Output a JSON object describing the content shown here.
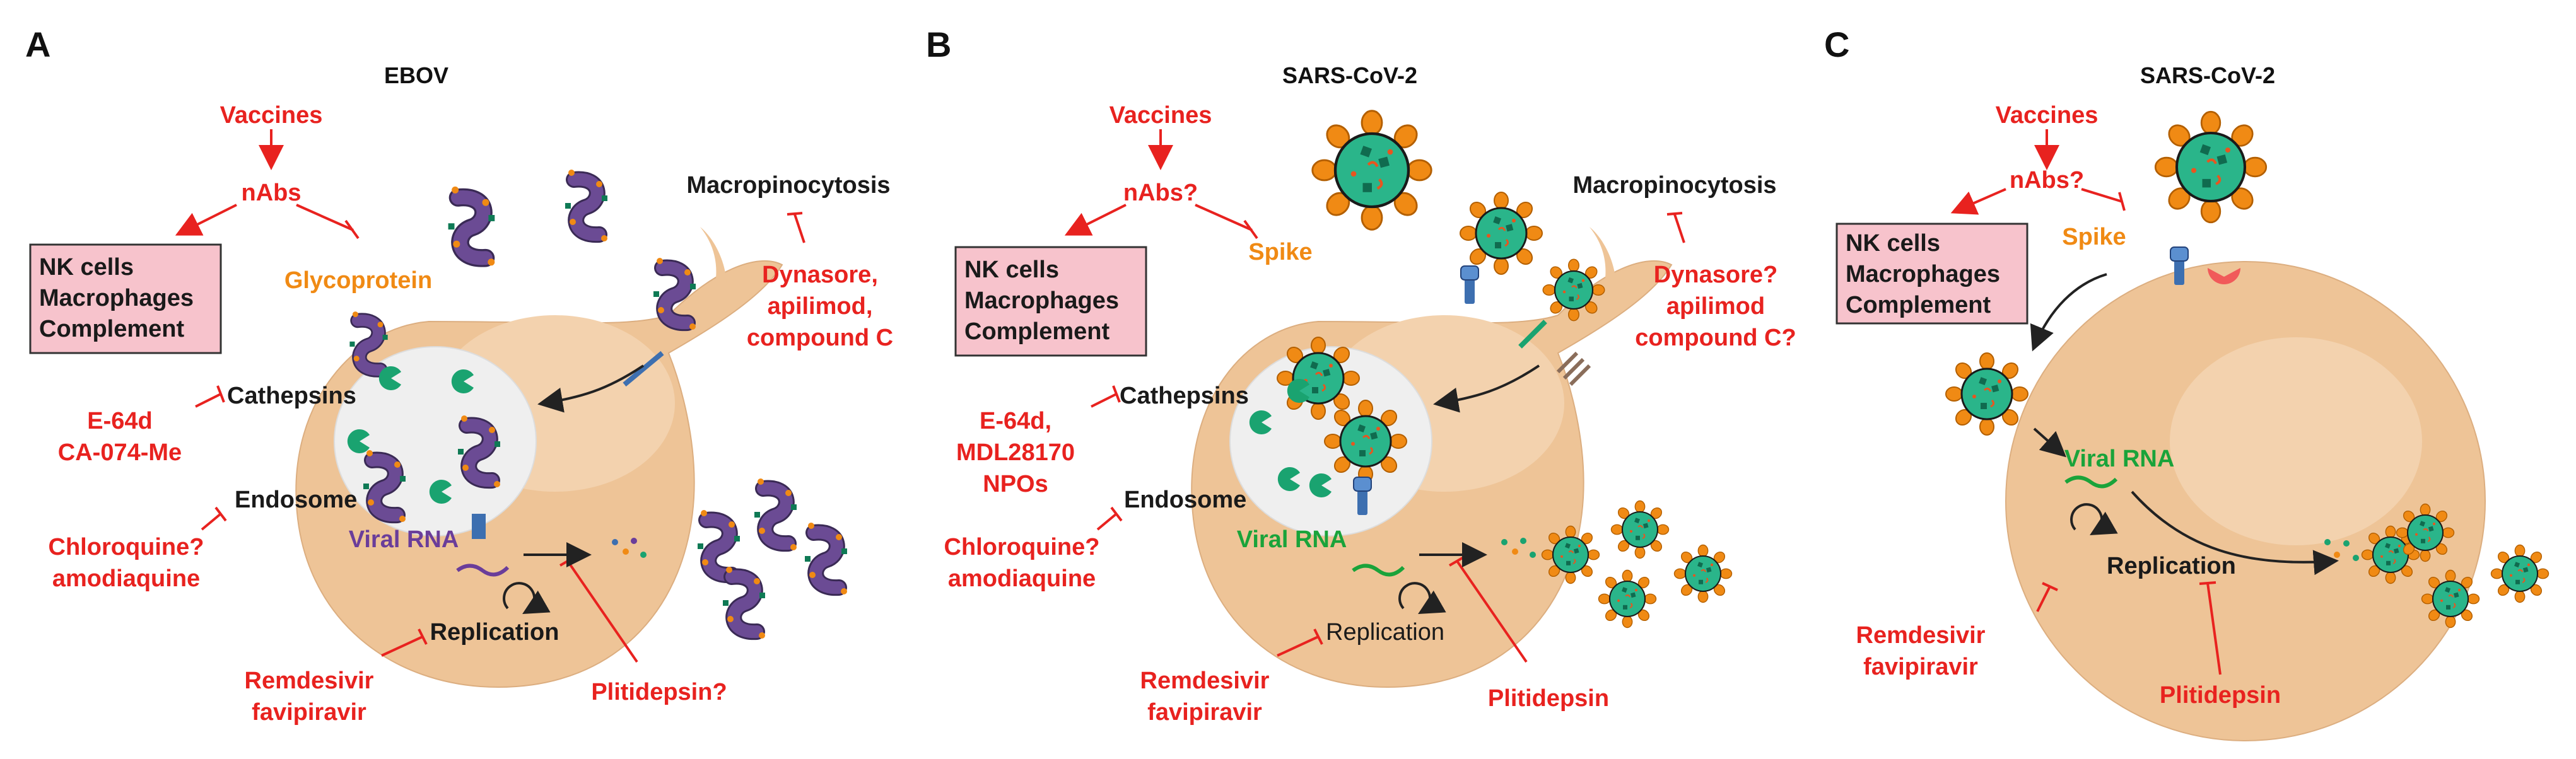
{
  "panels": [
    {
      "label": "A",
      "title": "EBOV",
      "vaccines": "Vaccines",
      "nabs": "nAbs",
      "innate": [
        "NK cells",
        "Macrophages",
        "Complement"
      ],
      "glycoprotein": "Glycoprotein",
      "macropinocytosis": "Macropinocytosis",
      "macro_inhibitors": [
        "Dynasore,",
        "apilimod,",
        "compound C"
      ],
      "cathepsins": "Cathepsins",
      "cathepsin_inhibitors": [
        "E-64d",
        "CA-074-Me"
      ],
      "endosome": "Endosome",
      "endosome_inhibitors": [
        "Chloroquine?",
        "amodiaquine"
      ],
      "viral_rna": "Viral RNA",
      "replication": "Replication",
      "replication_inhibitors": [
        "Remdesivir",
        "favipiravir"
      ],
      "assembly_inhibitor": "Plitidepsin?"
    },
    {
      "label": "B",
      "title": "SARS-CoV-2",
      "vaccines": "Vaccines",
      "nabs": "nAbs?",
      "innate": [
        "NK cells",
        "Macrophages",
        "Complement"
      ],
      "spike": "Spike",
      "macropinocytosis": "Macropinocytosis",
      "macro_inhibitors": [
        "Dynasore?",
        "apilimod",
        "compound C?"
      ],
      "cathepsins": "Cathepsins",
      "cathepsin_inhibitors": [
        "E-64d,",
        "MDL28170",
        "NPOs"
      ],
      "endosome": "Endosome",
      "endosome_inhibitors": [
        "Chloroquine?",
        "amodiaquine"
      ],
      "viral_rna": "Viral RNA",
      "replication": "Replication",
      "replication_inhibitors": [
        "Remdesivir",
        "favipiravir"
      ],
      "assembly_inhibitor": "Plitidepsin"
    },
    {
      "label": "C",
      "title": "SARS-CoV-2",
      "vaccines": "Vaccines",
      "nabs": "nAbs?",
      "innate": [
        "NK cells",
        "Macrophages",
        "Complement"
      ],
      "spike": "Spike",
      "viral_rna": "Viral RNA",
      "replication": "Replication",
      "replication_inhibitors": [
        "Remdesivir",
        "favipiravir"
      ],
      "assembly_inhibitor": "Plitidepsin"
    }
  ],
  "colors": {
    "inhibitor_red": "#e8221f",
    "cell": "#eec497",
    "nucleus": "#f3d2ae",
    "endosome": "#efefef",
    "innate_box": "#f7c3cc",
    "ebov_purple": "#6b4b94",
    "sars_green": "#2ab58a",
    "spike_orange": "#f08a14",
    "rna_green": "#1aa33a"
  }
}
